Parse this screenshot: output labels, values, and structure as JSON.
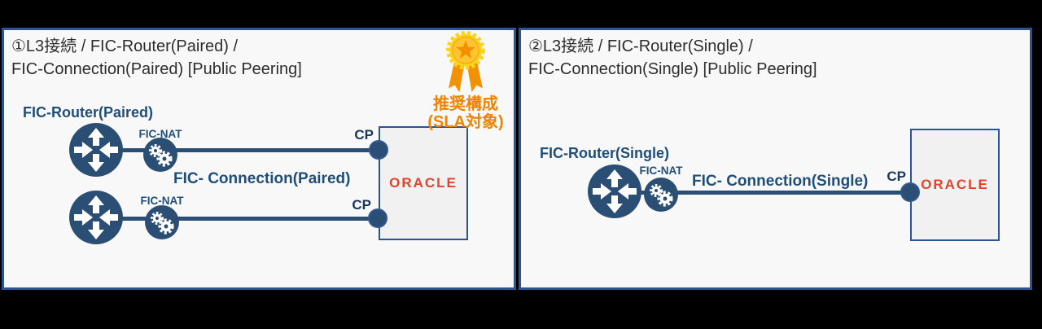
{
  "badge": {
    "title": "推奨構成",
    "subtitle": "(SLA対象)"
  },
  "panels": [
    {
      "title_line1": "①L3接続 / FIC-Router(Paired) /",
      "title_line2": "FIC-Connection(Paired) [Public Peering]",
      "router_label": "FIC-Router(Paired)",
      "connection_label": "FIC- Connection(Paired)",
      "nat_label": "FIC-NAT",
      "cp_label": "CP",
      "cloud_label": "ORACLE"
    },
    {
      "title_line1": "②L3接続 / FIC-Router(Single) /",
      "title_line2": "FIC-Connection(Single) [Public Peering]",
      "router_label": "FIC-Router(Single)",
      "connection_label": "FIC- Connection(Single)",
      "nat_label": "FIC-NAT",
      "cp_label": "CP",
      "cloud_label": "ORACLE"
    }
  ],
  "icons": {
    "router": "router-arrows-icon",
    "nat": "gears-icon",
    "medal": "award-medal-icon",
    "cp_dot": "connection-point-dot"
  },
  "colors": {
    "navy": "#2b4e74",
    "label_navy": "#1f4e79",
    "panel_border": "#2e5394",
    "panel_bg": "#f8f8f8",
    "oracle_red": "#e2432c",
    "badge_orange": "#f08300",
    "medal_yellow": "#ffd21e",
    "background": "#000000"
  }
}
